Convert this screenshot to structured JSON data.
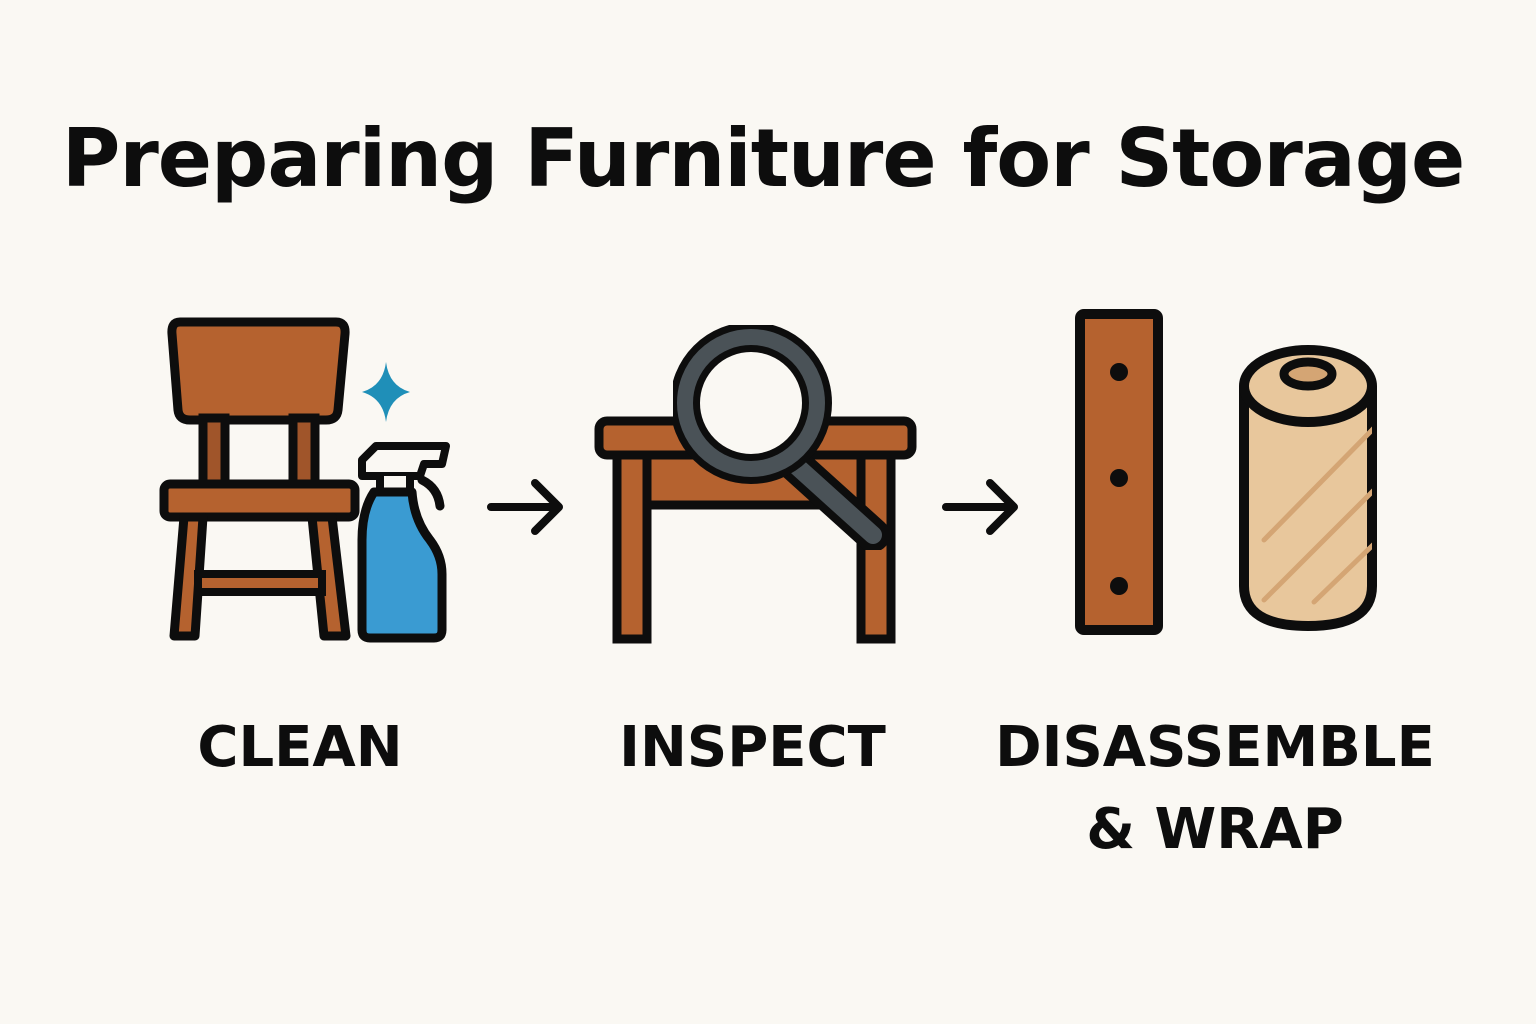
{
  "title": "Preparing Furniture for Storage",
  "colors": {
    "background": "#faf8f3",
    "wood": "#b5622f",
    "wood_dark": "#8c4a22",
    "outline": "#0d0d0d",
    "spray_bottle": "#3a9bd2",
    "sparkle": "#1f8fb8",
    "magnifier_ring": "#4a5257",
    "wrap_roll": "#e8c79c",
    "wrap_stripe": "#d4a574"
  },
  "steps": [
    {
      "id": "clean",
      "label": "CLEAN",
      "icons": [
        "chair-icon",
        "spray-bottle-icon",
        "sparkle-icon"
      ]
    },
    {
      "id": "inspect",
      "label": "INSPECT",
      "icons": [
        "table-icon",
        "magnifying-glass-icon"
      ]
    },
    {
      "id": "disassemble-wrap",
      "label_line1": "DISASSEMBLE",
      "label_line2": "& WRAP",
      "icons": [
        "wood-plank-icon",
        "wrap-roll-icon"
      ]
    }
  ],
  "arrows": [
    "right-arrow-icon",
    "right-arrow-icon"
  ]
}
